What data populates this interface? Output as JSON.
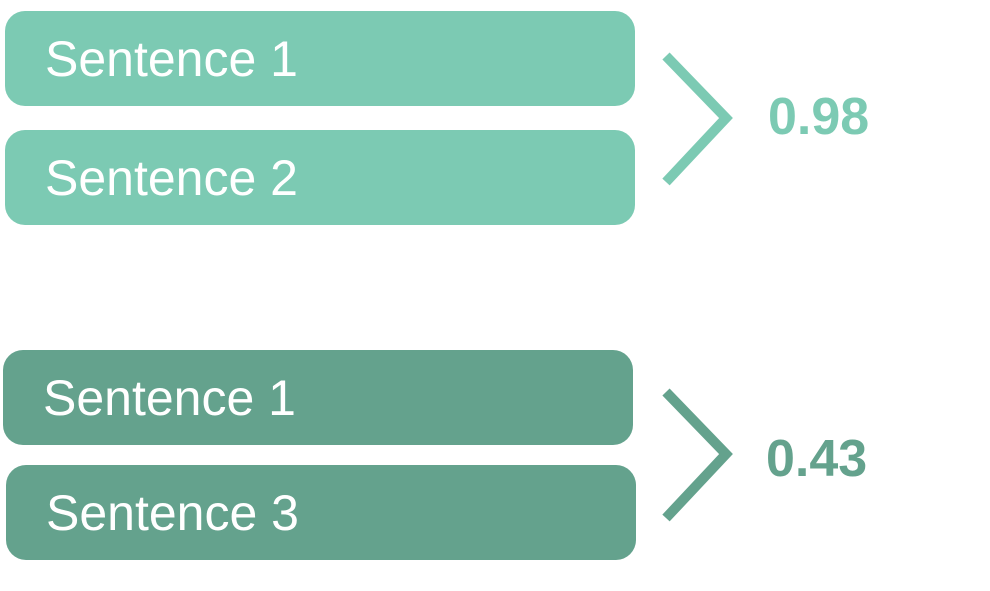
{
  "colors": {
    "light_pair": "#7ccab3",
    "dark_pair": "#64a28d",
    "text_on_pill": "#ffffff"
  },
  "pairs": [
    {
      "sentence_a": "Sentence 1",
      "sentence_b": "Sentence 2",
      "similarity": "0.98"
    },
    {
      "sentence_a": "Sentence 1",
      "sentence_b": "Sentence 3",
      "similarity": "0.43"
    }
  ],
  "icons": {
    "bracket": "chevron-right-icon"
  }
}
